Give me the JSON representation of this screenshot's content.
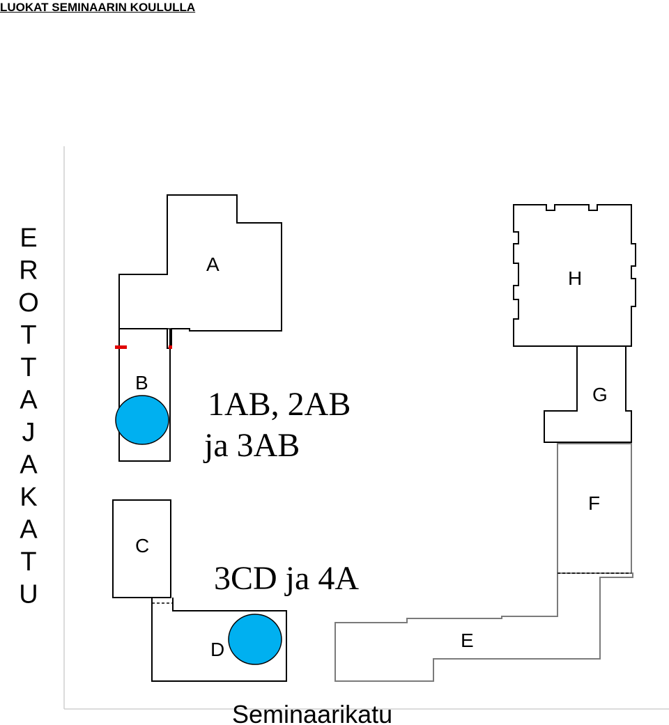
{
  "title": "LUOKAT SEMINAARIN KOULULLA",
  "buildings": {
    "a": "A",
    "b": "B",
    "c": "C",
    "d": "D",
    "e": "E",
    "f": "F",
    "g": "G",
    "h": "H"
  },
  "streets": {
    "west_letters": [
      "E",
      "R",
      "O",
      "T",
      "T",
      "A",
      "J",
      "A",
      "K",
      "A",
      "T",
      "U"
    ],
    "south": "Seminaarikatu"
  },
  "annotations": {
    "ab_line1": "1AB, 2AB",
    "ab_line2": "ja 3AB",
    "cd": "3CD ja 4A"
  },
  "colors": {
    "marker": "#00b0f0",
    "entrance": "#e00000",
    "outline": "#000000",
    "outline_grey": "#7a7a7a"
  }
}
